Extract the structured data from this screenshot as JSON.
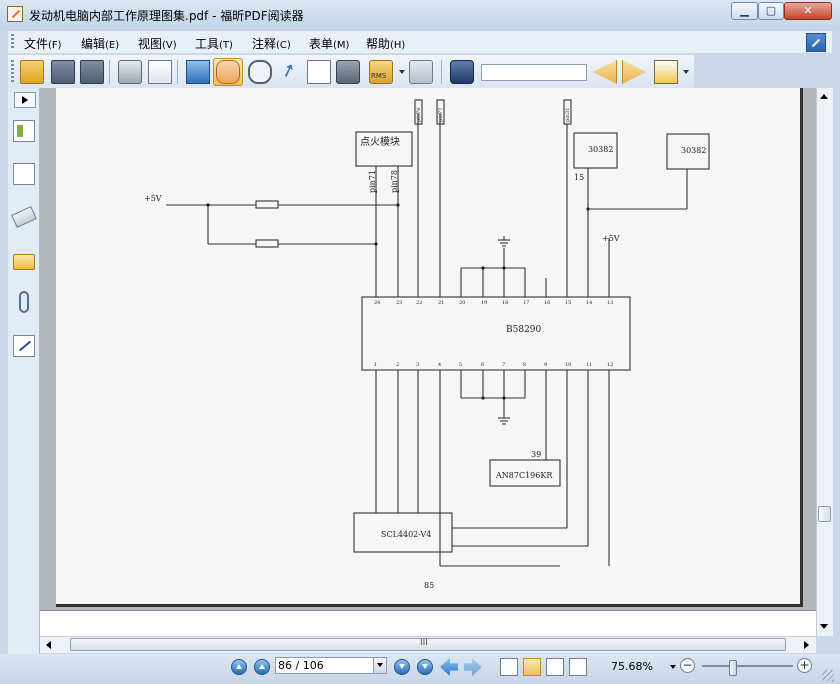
{
  "window": {
    "title": "发动机电脑内部工作原理图集.pdf - 福昕PDF阅读器",
    "min_label": "▁",
    "max_label": "▢",
    "close_label": "✕"
  },
  "menu": [
    {
      "label": "文件",
      "acc": "(F)"
    },
    {
      "label": "编辑",
      "acc": "(E)"
    },
    {
      "label": "视图",
      "acc": "(V)"
    },
    {
      "label": "工具",
      "acc": "(T)"
    },
    {
      "label": "注释",
      "acc": "(C)"
    },
    {
      "label": "表单",
      "acc": "(M)"
    },
    {
      "label": "帮助",
      "acc": "(H)"
    }
  ],
  "toolbar": {
    "search_value": "",
    "icons": [
      "open-folder-icon",
      "save-icon",
      "save-as-icon",
      "print-icon",
      "properties-card-icon",
      "fullscreen-monitor-icon",
      "hand-tool-icon",
      "loupe-glasses-icon",
      "select-arrow-icon",
      "text-select-icon",
      "snapshot-camera-icon",
      "rms-lock-icon",
      "spell-check-icon",
      "find-binoculars-icon",
      "find-previous-icon",
      "find-next-icon",
      "hourglass-icon"
    ],
    "rms_label": "RMS"
  },
  "schematic": {
    "ic_main": "B58290",
    "ic_ignition": "点火模块",
    "ic_left_bottom": "SCL4402-V4",
    "ic_mcu": "AN87C196KR",
    "box_30382_a": "30382",
    "box_30382_b": "30382",
    "label_plus5v_left": "+5V",
    "label_plus5v_right": "+5V",
    "label_pin71": "pin71",
    "label_pin78": "pin78",
    "label_pin76": "pin76",
    "label_pin77": "pin77",
    "label_pin31": "pin31",
    "label_15": "15",
    "label_39": "39",
    "page_number": "85",
    "top_pins": [
      "24",
      "23",
      "22",
      "21",
      "20",
      "19",
      "18",
      "17",
      "16",
      "15",
      "14",
      "13"
    ],
    "bottom_pins": [
      "1",
      "2",
      "3",
      "4",
      "5",
      "6",
      "7",
      "8",
      "9",
      "10",
      "11",
      "12"
    ]
  },
  "scroll": {
    "h_grip": "III"
  },
  "status": {
    "page_value": "86 / 106",
    "zoom_value": "75.68%",
    "zoom_out": "−",
    "zoom_in": "+"
  },
  "colors": {
    "accent": "#2d6db5",
    "active_tool": "#f2bf5a"
  }
}
